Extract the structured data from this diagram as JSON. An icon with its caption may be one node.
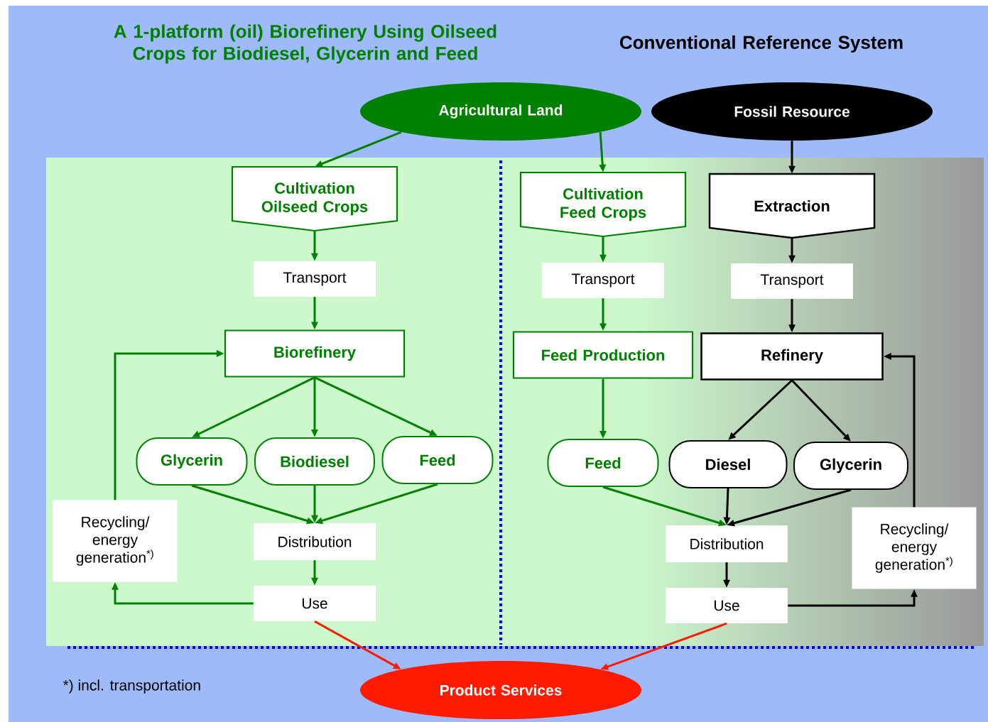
{
  "diagram": {
    "title": "A 1-platform (oil) Biorefinery Using Oilseed Crops for Biodiesel, Glycerin and Feed",
    "nodes": [
      {
        "text": [
          "Agricultural Land"
        ]
      },
      {
        "text": [
          "Fossil Resource"
        ]
      },
      {
        "text": [
          "Cultivation Oilseed Crops"
        ]
      },
      {
        "text": [
          "Transport"
        ]
      },
      {
        "text": [
          "Biorefinery"
        ]
      },
      {
        "text": [
          "Glycerin"
        ]
      },
      {
        "text": [
          "Biodiesel"
        ]
      },
      {
        "text": [
          "Feed"
        ]
      },
      {
        "text": [
          "Distribution"
        ]
      },
      {
        "text": [
          "Use"
        ]
      },
      {
        "text": [
          "Recycling/ energy generation$^{*)}$"
        ]
      },
      {
        "text": [
          "Cultivation Feed Crops"
        ]
      },
      {
        "text": [
          "Transport"
        ]
      },
      {
        "text": [
          "Feed Production"
        ]
      },
      {
        "text": [
          "Feed"
        ]
      },
      {
        "text": [
          "Extraction"
        ]
      },
      {
        "text": [
          "Transport"
        ]
      },
      {
        "text": [
          "Refinery"
        ]
      },
      {
        "text": [
          "Diesel"
        ]
      },
      {
        "text": [
          "Glycerin"
        ]
      },
      {
        "text": [
          "Distribution"
        ]
      },
      {
        "text": [
          "Use"
        ]
      },
      {
        "text": [
          "Recycling/ energy generation$^{*)}$"
        ]
      },
      {
        "text": [
          "Product Services"
        ]
      }
    ],
    "edges": [
      {
        "from": 0,
        "to": 2,
        "arrow": "to"
      },
      {
        "from": 2,
        "to": 3,
        "arrow": "to"
      },
      {
        "from": 3,
        "to": 4,
        "arrow": "to"
      },
      {
        "from": 4,
        "to": 5,
        "arrow": "to"
      },
      {
        "from": 4,
        "to": 6,
        "arrow": "to"
      },
      {
        "from": 4,
        "to": 7,
        "arrow": "to"
      },
      {
        "from": 5,
        "to": 8,
        "arrow": "to"
      },
      {
        "from": 6,
        "to": 8,
        "arrow": "to"
      },
      {
        "from": 7,
        "to": 8,
        "arrow": "to"
      },
      {
        "from": 8,
        "to": 9,
        "arrow": "to"
      },
      {
        "from": 9,
        "to": 10,
        "arrow": "to"
      },
      {
        "from": 10,
        "to": 4,
        "arrow": "to"
      },
      {
        "from": 0,
        "to": 11,
        "arrow": "to"
      },
      {
        "from": 11,
        "to": 12,
        "arrow": "to"
      },
      {
        "from": 12,
        "to": 13,
        "arrow": "to"
      },
      {
        "from": 13,
        "to": 14,
        "arrow": "to"
      },
      {
        "from": 14,
        "to": 20,
        "arrow": "to"
      },
      {
        "from": 1,
        "to": 15,
        "arrow": "to",
        "color": "#000000"
      },
      {
        "from": 15,
        "to": 16,
        "arrow": "to",
        "color": "#000000"
      },
      {
        "from": 16,
        "to": 17,
        "arrow": "to",
        "color": "#000000"
      },
      {
        "from": 17,
        "to": 18,
        "arrow": "to",
        "color": "#000000"
      },
      {
        "from": 17,
        "to": 19,
        "arrow": "to",
        "color": "#000000"
      },
      {
        "from": 18,
        "to": 20,
        "arrow": "to",
        "color": "#000000"
      },
      {
        "from": 19,
        "to": 20,
        "arrow": "to",
        "color": "#000000"
      },
      {
        "from": 20,
        "to": 21,
        "arrow": "to",
        "color": "#000000"
      },
      {
        "from": 21,
        "to": 22,
        "arrow": "to",
        "color": "#000000"
      },
      {
        "from": 22,
        "to": 17,
        "arrow": "to",
        "color": "#000000"
      },
      {
        "from": 9,
        "to": 23,
        "arrow": "to",
        "color": "#ff1a00"
      },
      {
        "from": 21,
        "to": 23,
        "arrow": "to",
        "color": "#ff1a00"
      }
    ],
    "labels": [
      "Conventional Reference System",
      "*) incl. transportation"
    ]
  }
}
